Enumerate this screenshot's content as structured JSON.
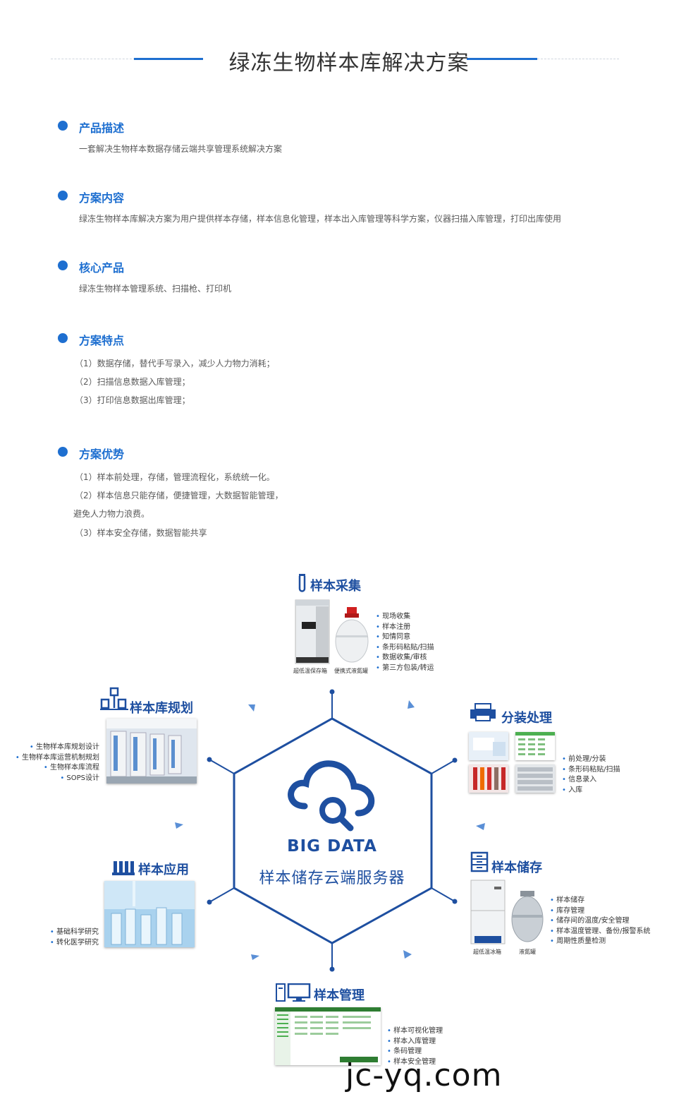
{
  "header": {
    "title": "绿冻生物样本库解决方案"
  },
  "sections": [
    {
      "title": "产品描述",
      "lines": [
        "一套解决生物样本数据存储云端共享管理系统解决方案"
      ]
    },
    {
      "title": "方案内容",
      "lines": [
        "绿冻生物样本库解决方案为用户提供样本存储，样本信息化管理，样本出入库管理等科学方案，仪器扫描入库管理，打印出库使用"
      ]
    },
    {
      "title": "核心产品",
      "lines": [
        "绿冻生物样本管理系统、扫描枪、打印机"
      ]
    },
    {
      "title": "方案特点",
      "lines": [
        "（1）数据存储，替代手写录入，减少人力物力消耗；",
        "（2）扫描信息数据入库管理；",
        "（3）打印信息数据出库管理；"
      ]
    },
    {
      "title": "方案优势",
      "lines": [
        "（1）样本前处理，存储，管理流程化，系统统一化。",
        "（2）样本信息只能存储，便捷管理，大数据智能管理，",
        "避免人力物力浪费。",
        "（3）样本安全存储，数据智能共享"
      ]
    }
  ],
  "diagram": {
    "center": {
      "line1": "BIG DATA",
      "line2": "样本储存云端服务器"
    },
    "nodes": {
      "collect": {
        "title": "样本采集",
        "items": [
          "现场收集",
          "样本注册",
          "知情同意",
          "条形码粘贴/扫描",
          "数据收集/审核",
          "第三方包装/转运"
        ],
        "captions": [
          "超低温保存箱",
          "便携式液氮罐"
        ]
      },
      "planning": {
        "title": "样本库规划",
        "items": [
          "生物样本库规划设计",
          "生物样本库运营机制规划",
          "生物样本库流程",
          "SOPS设计"
        ]
      },
      "processing": {
        "title": "分装处理",
        "items": [
          "前处理/分装",
          "条形码粘贴/扫描",
          "信息录入",
          "入库"
        ]
      },
      "application": {
        "title": "样本应用",
        "items": [
          "基础科学研究",
          "转化医学研究"
        ]
      },
      "storage": {
        "title": "样本储存",
        "items": [
          "样本储存",
          "库存管理",
          "储存间的温度/安全管理",
          "样本温度管理、备份/报警系统",
          "周期性质量检测"
        ],
        "captions": [
          "超低温冰箱",
          "液氮罐"
        ]
      },
      "management": {
        "title": "样本管理",
        "items": [
          "样本可视化管理",
          "样本入库管理",
          "条码管理",
          "样本安全管理"
        ]
      }
    },
    "colors": {
      "primary": "#1e4fa0",
      "accent": "#1e6fd0"
    }
  },
  "watermark": "jc-yq.com"
}
